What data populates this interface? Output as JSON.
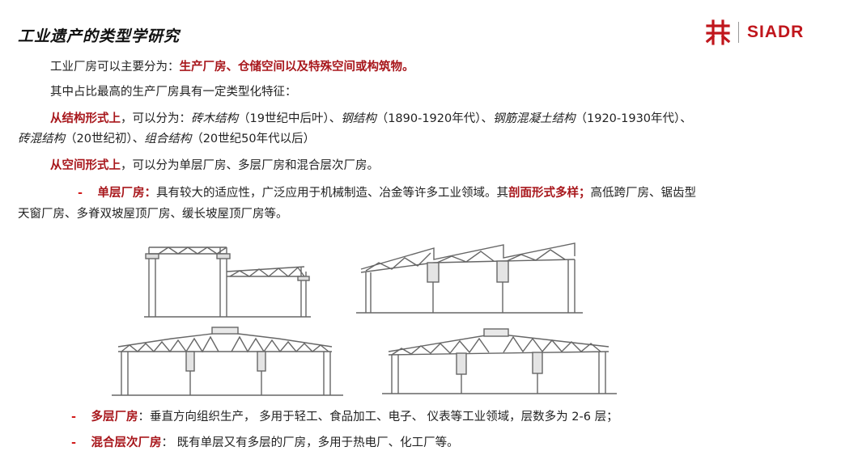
{
  "slide": {
    "title": "工业遗产的类型学研究",
    "logo": {
      "brand": "SIADR",
      "icon": "siadr-logo-icon"
    },
    "p1": {
      "prefix": "工业厂房可以主要分为：",
      "highlight": "生产厂房、仓储空间以及特殊空间或构筑物。"
    },
    "p2": {
      "text": "其中占比最高的生产厂房具有一定类型化特征："
    },
    "structure": {
      "lead": "从结构形式上",
      "after_lead": "，可以分为：",
      "t1": "砖木结构",
      "t1_note": "（19世纪中后叶）、",
      "t2": "钢结构",
      "t2_note": "（1890-1920年代）、",
      "t3": "钢筋混凝土结构",
      "t3_note": "（1920-1930年代）、",
      "t4": "砖混结构",
      "t4_note": "（20世纪初）、",
      "t5": "组合结构",
      "t5_note": "（20世纪50年代以后）"
    },
    "space": {
      "lead": "从空间形式上",
      "text": "，可以分为单层厂房、多层厂房和混合层次厂房。"
    },
    "single": {
      "dash": "-",
      "label": "单层厂房：",
      "text1": "具有较大的适应性，广泛应用于机械制造、冶金等许多工业领域。其",
      "highlight": "剖面形式多样；",
      "text2": "高低跨厂房、锯齿型",
      "text3": "天窗厂房、多脊双坡屋顶厂房、缓长坡屋顶厂房等。"
    },
    "multi": {
      "dash": "-",
      "label": "多层厂房",
      "text": "：垂直方向组织生产， 多用于轻工、食品加工、电子、 仪表等工业领域，层数多为 2-6 层；"
    },
    "mixed": {
      "dash": "-",
      "label": "混合层次厂房",
      "text": "： 既有单层又有多层的厂房，多用于热电厂、化工厂等。"
    }
  },
  "figures": [
    {
      "name": "high-low-span-section"
    },
    {
      "name": "sawtooth-skylight-section"
    },
    {
      "name": "multi-ridge-double-slope-section"
    },
    {
      "name": "long-slope-roof-section"
    }
  ]
}
